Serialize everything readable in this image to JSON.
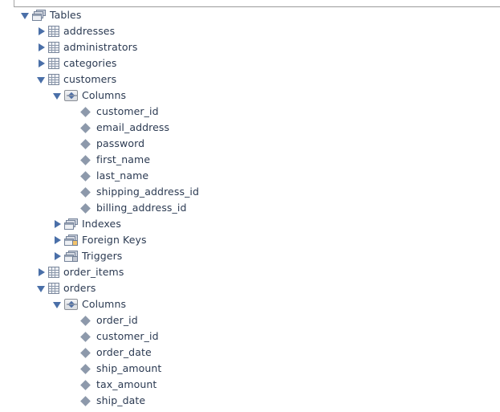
{
  "window": {
    "panel_edge": "database-navigator-panel"
  },
  "tree": {
    "nodes": [
      {
        "label": "Tables",
        "indent": 0,
        "icon": "stack-icon",
        "twisty": "open",
        "name": "tree-node-tables"
      },
      {
        "label": "addresses",
        "indent": 1,
        "icon": "table-icon",
        "twisty": "closed",
        "name": "tree-node-addresses"
      },
      {
        "label": "administrators",
        "indent": 1,
        "icon": "table-icon",
        "twisty": "closed",
        "name": "tree-node-administrators"
      },
      {
        "label": "categories",
        "indent": 1,
        "icon": "table-icon",
        "twisty": "closed",
        "name": "tree-node-categories"
      },
      {
        "label": "customers",
        "indent": 1,
        "icon": "table-icon",
        "twisty": "open",
        "name": "tree-node-customers"
      },
      {
        "label": "Columns",
        "indent": 2,
        "icon": "columns-icon",
        "twisty": "open",
        "name": "tree-node-customers-columns"
      },
      {
        "label": "customer_id",
        "indent": 3,
        "icon": "diamond-icon",
        "twisty": "none",
        "name": "tree-leaf-column"
      },
      {
        "label": "email_address",
        "indent": 3,
        "icon": "diamond-icon",
        "twisty": "none",
        "name": "tree-leaf-column"
      },
      {
        "label": "password",
        "indent": 3,
        "icon": "diamond-icon",
        "twisty": "none",
        "name": "tree-leaf-column"
      },
      {
        "label": "first_name",
        "indent": 3,
        "icon": "diamond-icon",
        "twisty": "none",
        "name": "tree-leaf-column"
      },
      {
        "label": "last_name",
        "indent": 3,
        "icon": "diamond-icon",
        "twisty": "none",
        "name": "tree-leaf-column"
      },
      {
        "label": "shipping_address_id",
        "indent": 3,
        "icon": "diamond-icon",
        "twisty": "none",
        "name": "tree-leaf-column"
      },
      {
        "label": "billing_address_id",
        "indent": 3,
        "icon": "diamond-icon",
        "twisty": "none",
        "name": "tree-leaf-column"
      },
      {
        "label": "Indexes",
        "indent": 2,
        "icon": "stack-icon",
        "twisty": "closed",
        "name": "tree-node-customers-indexes"
      },
      {
        "label": "Foreign Keys",
        "indent": 2,
        "icon": "stack-key-icon",
        "twisty": "closed",
        "name": "tree-node-customers-foreign-keys"
      },
      {
        "label": "Triggers",
        "indent": 2,
        "icon": "stack-gray-icon",
        "twisty": "closed",
        "name": "tree-node-customers-triggers"
      },
      {
        "label": "order_items",
        "indent": 1,
        "icon": "table-icon",
        "twisty": "closed",
        "name": "tree-node-order-items"
      },
      {
        "label": "orders",
        "indent": 1,
        "icon": "table-icon",
        "twisty": "open",
        "name": "tree-node-orders"
      },
      {
        "label": "Columns",
        "indent": 2,
        "icon": "columns-icon",
        "twisty": "open",
        "name": "tree-node-orders-columns"
      },
      {
        "label": "order_id",
        "indent": 3,
        "icon": "diamond-icon",
        "twisty": "none",
        "name": "tree-leaf-column"
      },
      {
        "label": "customer_id",
        "indent": 3,
        "icon": "diamond-icon",
        "twisty": "none",
        "name": "tree-leaf-column"
      },
      {
        "label": "order_date",
        "indent": 3,
        "icon": "diamond-icon",
        "twisty": "none",
        "name": "tree-leaf-column"
      },
      {
        "label": "ship_amount",
        "indent": 3,
        "icon": "diamond-icon",
        "twisty": "none",
        "name": "tree-leaf-column"
      },
      {
        "label": "tax_amount",
        "indent": 3,
        "icon": "diamond-icon",
        "twisty": "none",
        "name": "tree-leaf-column"
      },
      {
        "label": "ship_date",
        "indent": 3,
        "icon": "diamond-icon",
        "twisty": "none",
        "name": "tree-leaf-column"
      }
    ]
  },
  "colors": {
    "text": "#2b3a52",
    "arrow": "#4a6fa8",
    "icon_outline": "#7a879c",
    "diamond": "#8d99ab",
    "background": "#ffffff"
  }
}
